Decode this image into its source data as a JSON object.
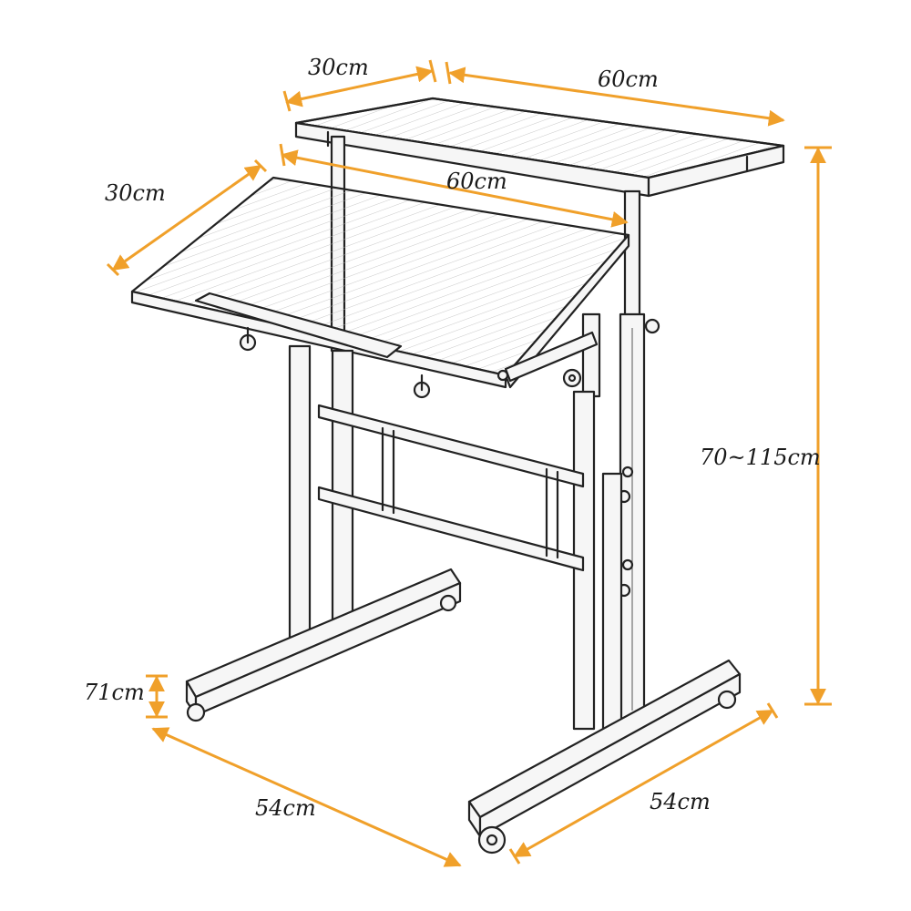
{
  "dimensions": {
    "top_desk_depth": "30cm",
    "top_desk_width": "60cm",
    "tilt_desk_width": "60cm",
    "tilt_desk_depth": "30cm",
    "height_range": "70~115cm",
    "base_height": "71cm",
    "base_length_left": "54cm",
    "base_length_right": "54cm"
  },
  "colors": {
    "dimension": "#f0a02a",
    "sketch": "#222222",
    "background": "#ffffff"
  }
}
